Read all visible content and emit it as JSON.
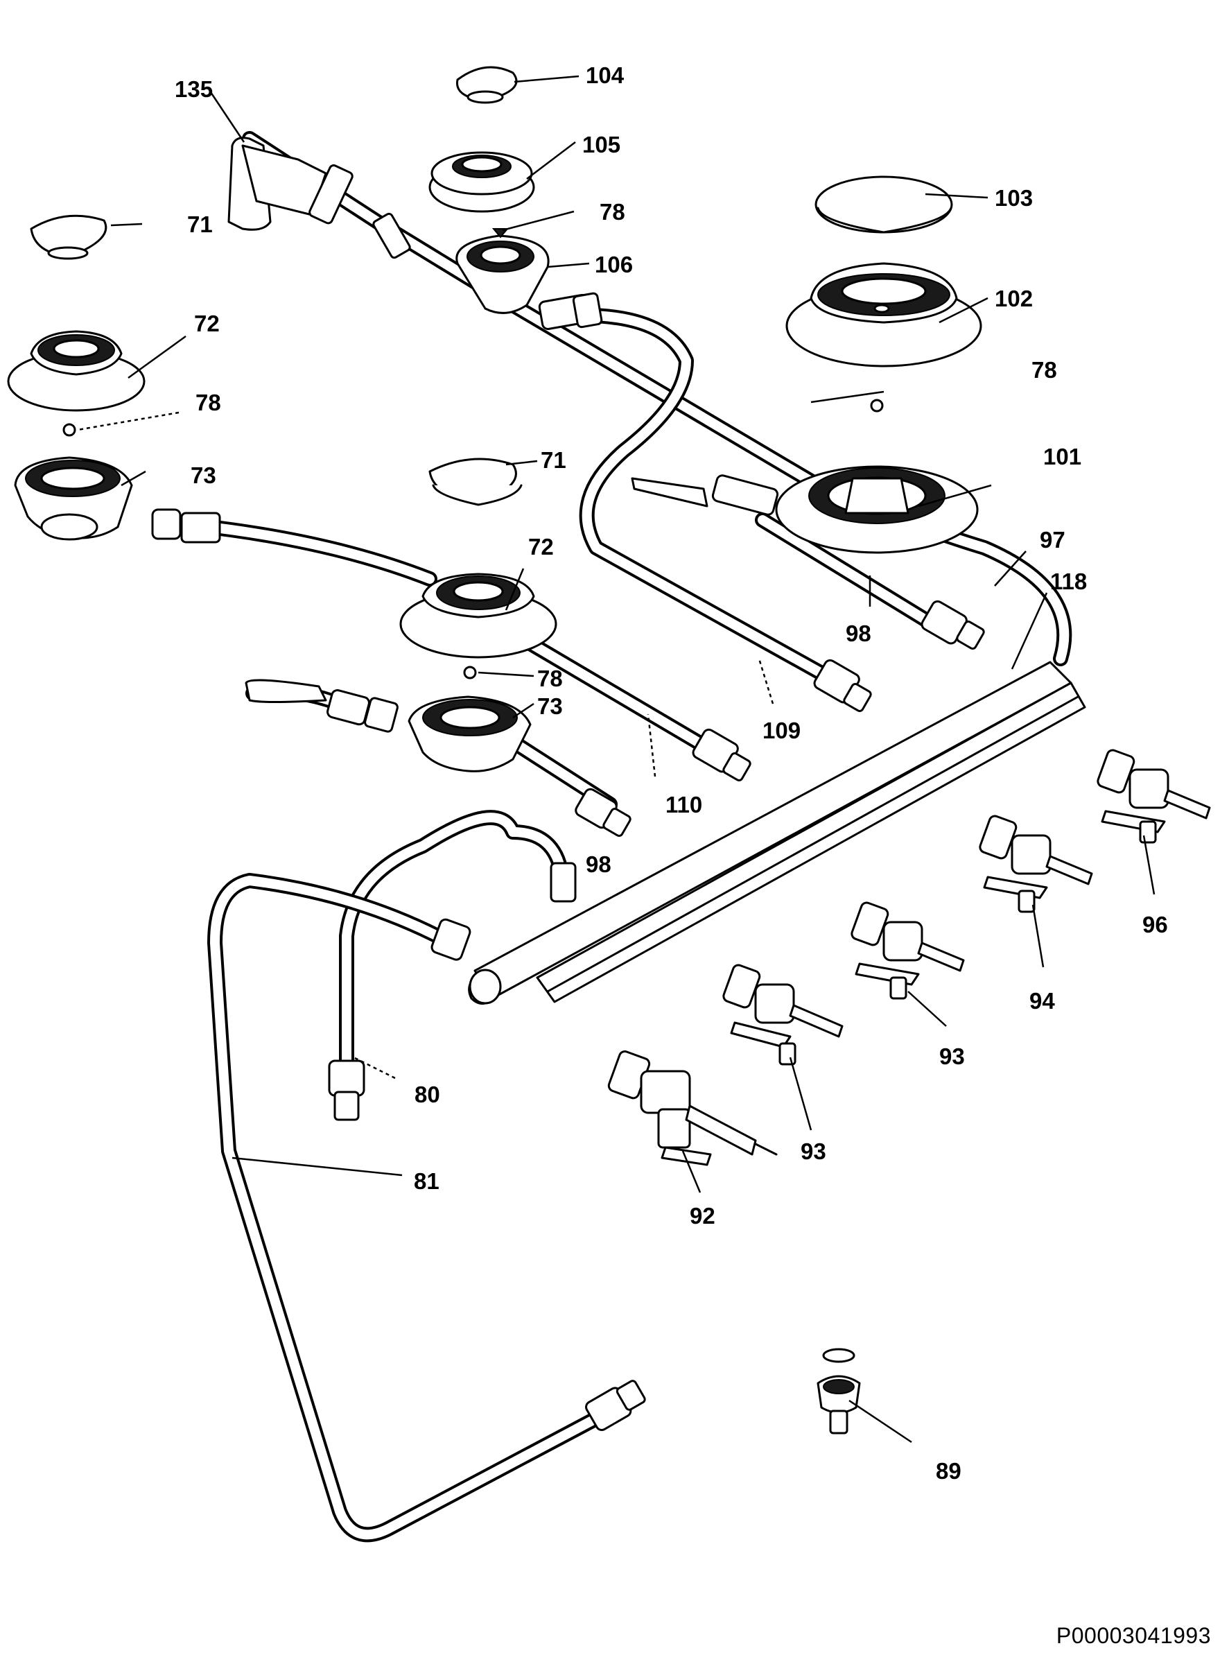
{
  "labels": {
    "l135": "135",
    "l104": "104",
    "l105": "105",
    "l103": "103",
    "l71a": "71",
    "l78a": "78",
    "l106": "106",
    "l102": "102",
    "l72a": "72",
    "l78b": "78",
    "l78c": "78",
    "l101": "101",
    "l73a": "73",
    "l71b": "71",
    "l97": "97",
    "l118": "118",
    "l72b": "72",
    "l98a": "98",
    "l78d": "78",
    "l73b": "73",
    "l109": "109",
    "l110": "110",
    "l98b": "98",
    "l96": "96",
    "l94": "94",
    "l93a": "93",
    "l80": "80",
    "l93b": "93",
    "l81": "81",
    "l92": "92",
    "l89": "89"
  },
  "diagram_code": "P00003041993"
}
